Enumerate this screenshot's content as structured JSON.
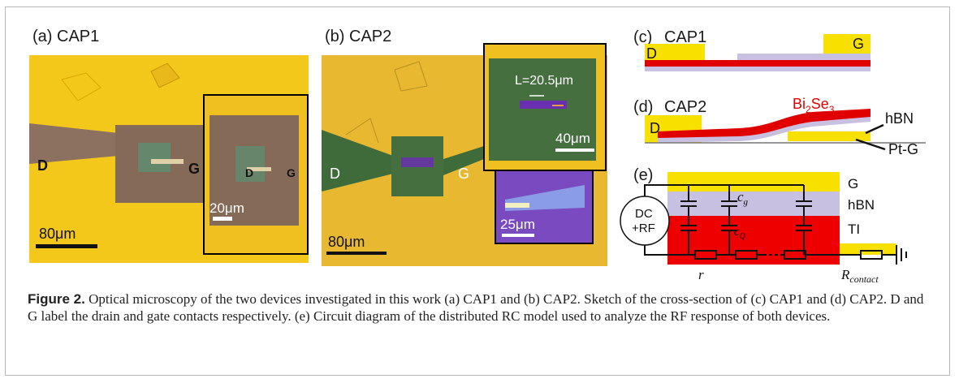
{
  "panels": {
    "a": {
      "label": "(a) CAP1",
      "drain": "D",
      "gate": "G",
      "inset_drain": "D",
      "inset_gate": "G",
      "scale_main": "80μm",
      "scale_inset": "20μm"
    },
    "b": {
      "label": "(b) CAP2",
      "drain": "D",
      "gate": "G",
      "length": "L=20.5μm",
      "scale_inset1": "40μm",
      "scale_inset2": "25μm",
      "scale_main": "80μm"
    },
    "c": {
      "label": "(c)",
      "title": "CAP1",
      "drain": "D",
      "gate": "G"
    },
    "d": {
      "label": "(d)",
      "title": "CAP2",
      "drain": "D",
      "material_base": "Bi",
      "material_sub1": "2",
      "material_mid": "Se",
      "material_sub2": "3",
      "hbn": "hBN",
      "ptg": "Pt-G"
    },
    "e": {
      "label": "(e)",
      "source_line1": "DC",
      "source_line2": "+RF",
      "layer_g": "G",
      "layer_hbn": "hBN",
      "layer_ti": "TI",
      "cg_main": "c",
      "cg_sub": "g",
      "cq_main": "c",
      "cq_sub": "Q",
      "r": "r",
      "rcontact_main": "R",
      "rcontact_sub": "contact"
    }
  },
  "caption": {
    "figure_label": "Figure 2.",
    "text": " Optical microscopy of the two devices investigated in this work (a) CAP1 and (b) CAP2. Sketch of the cross-section of (c) CAP1 and (d) CAP2. D and G label the drain and gate contacts respectively. (e) Circuit diagram of the distributed RC model used to analyze the RF response of both devices."
  },
  "colors": {
    "gold": "#f8d010",
    "red": "#f00000",
    "hbn": "#c8c0e0",
    "green": "#3f6a3a",
    "purple": "#6a2fb0"
  }
}
